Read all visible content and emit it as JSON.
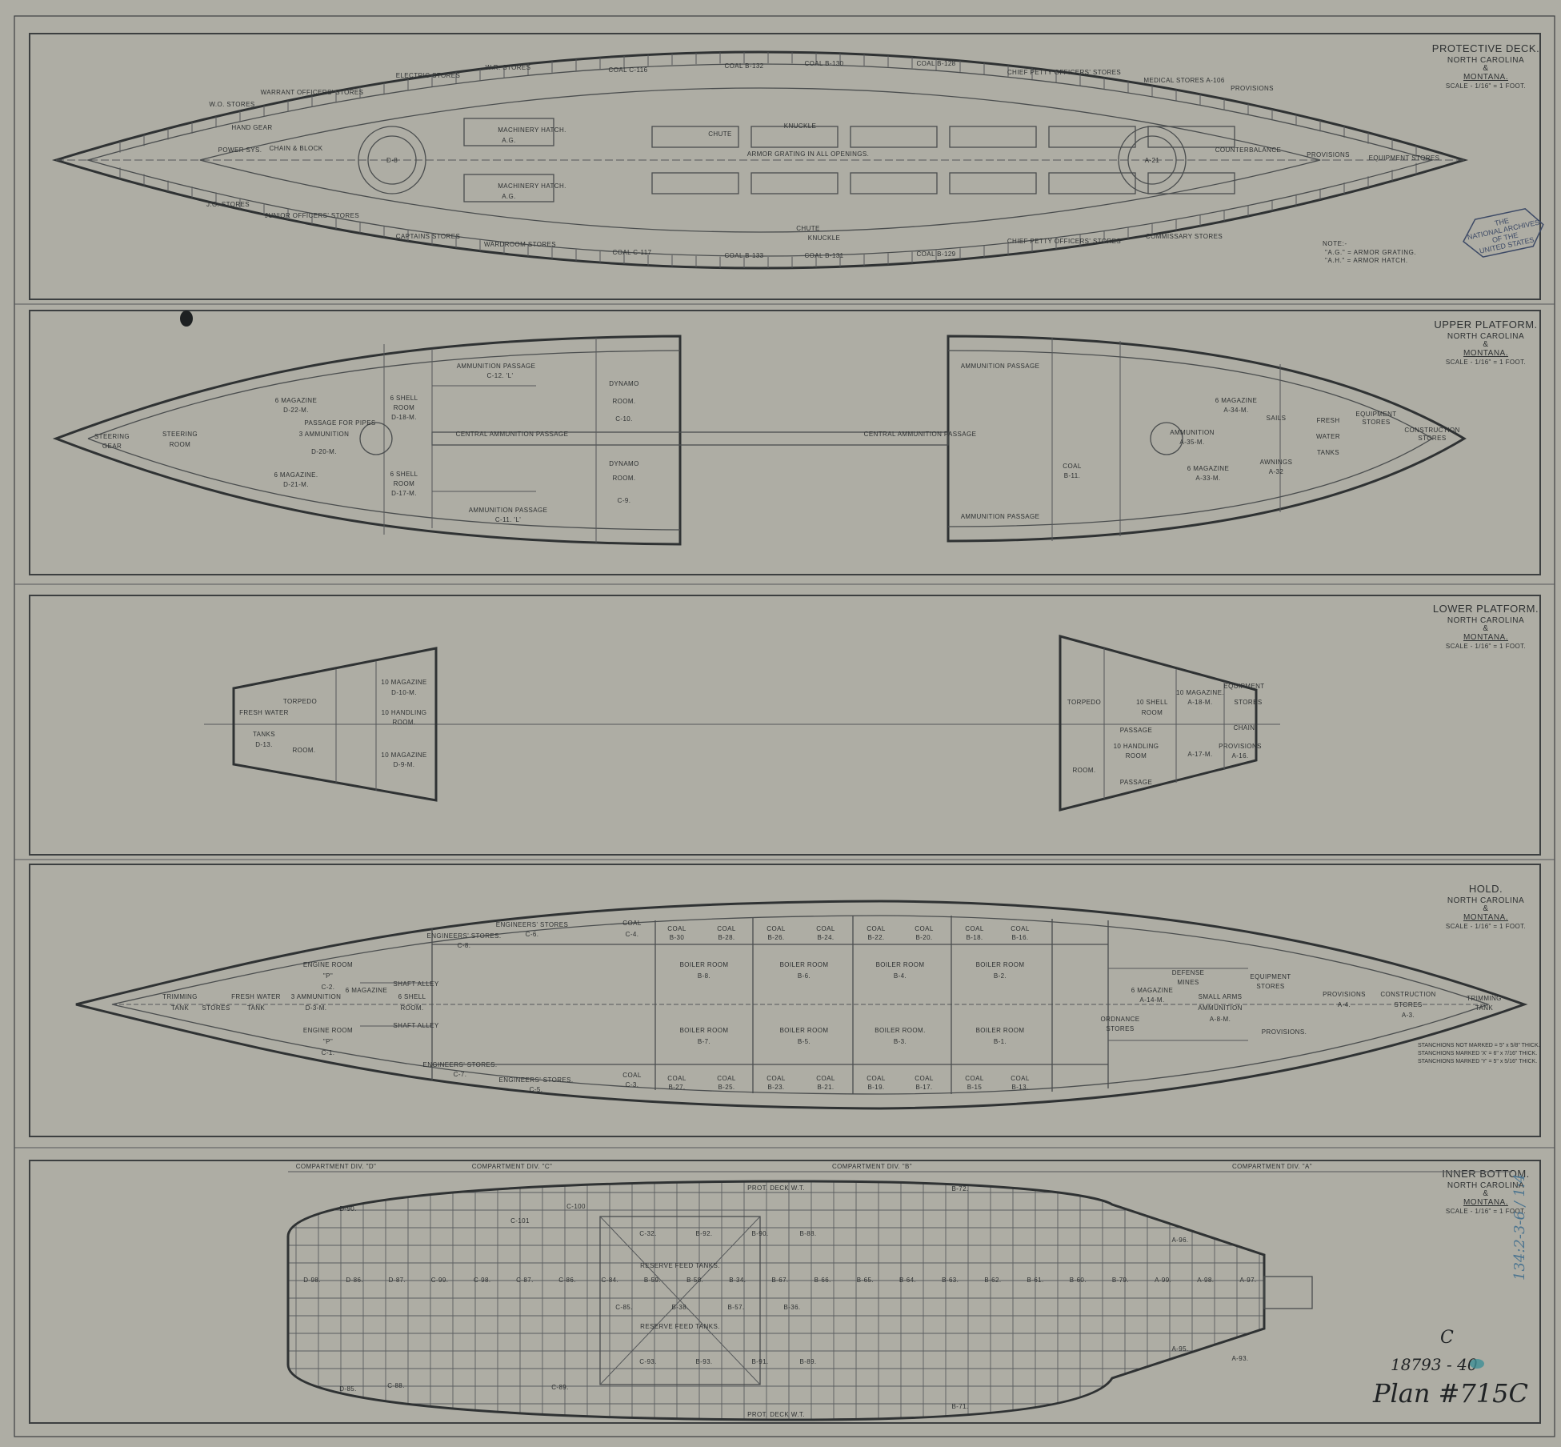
{
  "colors": {
    "paper": "#aeada4",
    "ink": "#2e3132",
    "stamp": "#3d4a66",
    "blue_ink": "#3f8f96"
  },
  "panels": [
    {
      "title": "PROTECTIVE DECK.",
      "ship1": "NORTH CAROLINA",
      "and": "&",
      "ship2": "MONTANA.",
      "scale": "SCALE - 1/16\" = 1 FOOT.",
      "labels": [
        "W.O. STORES",
        "WARRANT OFFICERS' STORES",
        "ELECTRIC STORES",
        "W.R. STORES",
        "COAL C-116",
        "COAL B-132",
        "COAL B-130",
        "COAL B-128",
        "CHIEF PETTY OFFICERS' STORES",
        "MEDICAL STORES A-106",
        "PROVISIONS",
        "MACHINERY HATCH.",
        "A.G.",
        "MACHINERY HATCH.",
        "A.G.",
        "ARMOR GRATING IN ALL OPENINGS.",
        "D-8",
        "A-21",
        "POWER SYS.",
        "CHAIN & BLOCK",
        "HAND GEAR",
        "J.O. STORES",
        "JUNIOR OFFICERS' STORES",
        "CAPTAINS STORES",
        "WARDROOM STORES",
        "COAL C-117",
        "COAL B-133",
        "COAL B-131",
        "COAL B-129",
        "CHIEF PETTY OFFICERS' STORES",
        "COMMISSARY STORES",
        "CHUTE",
        "KNUCKLE",
        "CHUTE",
        "KNUCKLE",
        "COUNTERBALANCE",
        "PROVISIONS",
        "EQUIPMENT STORES"
      ]
    },
    {
      "title": "UPPER PLATFORM.",
      "ship1": "NORTH CAROLINA",
      "and": "&",
      "ship2": "MONTANA.",
      "scale": "SCALE - 1/16\" = 1 FOOT.",
      "labels": [
        "STEERING",
        "GEAR",
        "STEERING",
        "ROOM",
        "6 MAGAZINE",
        "D-22-M.",
        "6 MAGAZINE.",
        "D-21-M.",
        "6 SHELL",
        "ROOM",
        "D-18-M.",
        "6 SHELL",
        "ROOM",
        "D-17-M.",
        "AMMUNITION PASSAGE",
        "C-12. 'L'",
        "AMMUNITION PASSAGE",
        "C-11. 'L'",
        "DYNAMO",
        "ROOM.",
        "C-10.",
        "DYNAMO",
        "ROOM.",
        "C-9.",
        "CENTRAL AMMUNITION PASSAGE",
        "CENTRAL AMMUNITION PASSAGE",
        "AMMUNITION PASSAGE",
        "AMMUNITION PASSAGE",
        "COAL",
        "B-11.",
        "6 MAGAZINE",
        "A-34-M.",
        "6 MAGAZINE",
        "A-33-M.",
        "SAILS",
        "AWNINGS",
        "A-32",
        "FRESH",
        "WATER",
        "TANKS",
        "EQUIPMENT",
        "STORES",
        "CONSTRUCTION",
        "STORES",
        "PASSAGE FOR PIPES",
        "3 AMMUNITION",
        "D-20-M.",
        "AMMUNITION",
        "A-35-M."
      ]
    },
    {
      "title": "LOWER PLATFORM.",
      "ship1": "NORTH CAROLINA",
      "and": "&",
      "ship2": "MONTANA.",
      "scale": "SCALE - 1/16\" = 1 FOOT.",
      "labels": [
        "FRESH WATER",
        "TANKS",
        "D-13.",
        "TORPEDO",
        "ROOM.",
        "10 MAGAZINE",
        "D-10-M.",
        "10 HANDLING",
        "ROOM.",
        "10 MAGAZINE",
        "D-9-M.",
        "TORPEDO",
        "ROOM.",
        "10 SHELL",
        "ROOM",
        "10 MAGAZINE.",
        "A-18-M.",
        "A-17-M.",
        "EQUIPMENT",
        "STORES",
        "CHAIN",
        "PROVISIONS",
        "A-16.",
        "PASSAGE",
        "PASSAGE",
        "10 HANDLING",
        "ROOM"
      ]
    },
    {
      "title": "HOLD.",
      "ship1": "NORTH CAROLINA",
      "and": "&",
      "ship2": "MONTANA.",
      "scale": "SCALE - 1/16\" = 1 FOOT.",
      "labels": [
        "ENGINE ROOM",
        "\"P\"",
        "C-2.",
        "ENGINE ROOM",
        "\"P\"",
        "C-1.",
        "BOILER ROOM",
        "B-8.",
        "BOILER ROOM",
        "B-6.",
        "BOILER ROOM",
        "B-4.",
        "BOILER ROOM",
        "B-2.",
        "BOILER ROOM",
        "B-7.",
        "BOILER ROOM",
        "B-5.",
        "BOILER ROOM.",
        "B-3.",
        "BOILER ROOM",
        "B-1.",
        "COAL",
        "B-30",
        "COAL",
        "B-28.",
        "COAL",
        "B-26.",
        "COAL",
        "B-24.",
        "COAL",
        "B-22.",
        "COAL",
        "B-20.",
        "COAL",
        "B-18.",
        "COAL",
        "B-16.",
        "COAL",
        "B-27.",
        "COAL",
        "B-25.",
        "COAL",
        "B-23.",
        "COAL",
        "B-21.",
        "COAL",
        "B-19.",
        "COAL",
        "B-17.",
        "COAL",
        "B-15",
        "COAL",
        "B-13.",
        "COAL",
        "C-4.",
        "COAL",
        "C-3.",
        "ENGINEERS' STORES.",
        "C-8.",
        "ENGINEERS' STORES",
        "C-6.",
        "ENGINEERS' STORES.",
        "C-7.",
        "ENGINEERS' STORES.",
        "C-5.",
        "SHAFT ALLEY",
        "SHAFT ALLEY",
        "FRESH WATER",
        "TANK",
        "3 AMMUNITION",
        "D-3-M.",
        "6 MAGAZINE",
        "6 SHELL",
        "ROOM.",
        "TRIMMING",
        "TANK",
        "STORES",
        "SMALL ARMS",
        "AMMUNITION",
        "A-8-M.",
        "PROVISIONS",
        "A-4.",
        "CONSTRUCTION",
        "STORES",
        "A-3.",
        "TRIMMING",
        "TANK",
        "6 MAGAZINE",
        "A-14-M.",
        "DEFENSE",
        "MINES",
        "ORDNANCE",
        "STORES",
        "EQUIPMENT",
        "STORES",
        "PROVISIONS."
      ]
    },
    {
      "title": "INNER BOTTOM.",
      "ship1": "NORTH CAROLINA",
      "and": "&",
      "ship2": "MONTANA.",
      "scale": "SCALE - 1/16\" = 1 FOOT.",
      "compartments": [
        "COMPARTMENT DIV. \"D\"",
        "COMPARTMENT DIV. \"C\"",
        "COMPARTMENT DIV. \"B\"",
        "COMPARTMENT DIV. \"A\""
      ],
      "center_row": [
        "D-98.",
        "D-86.",
        "D-87.",
        "C-99.",
        "C-98.",
        "C-87.",
        "C-86.",
        "C-84.",
        "B-59.",
        "B-58.",
        "B-34.",
        "B-67.",
        "B-66.",
        "B-65.",
        "B-64.",
        "B-63.",
        "B-62.",
        "B-61.",
        "B-60.",
        "B-79.",
        "A-99.",
        "A-98.",
        "A-97."
      ],
      "labels": [
        "RESERVE FEED TANKS.",
        "RESERVE FEED TANKS.",
        "C-32.",
        "B-92.",
        "B-90.",
        "B-88.",
        "C-93.",
        "B-93.",
        "B-91.",
        "B-89.",
        "C-85.",
        "B-38.",
        "B-57.",
        "B-36.",
        "PROT. DECK W.T.",
        "PROT. DECK W.T.",
        "C-100",
        "C-101",
        "A-96.",
        "A-95.",
        "A-93.",
        "D-90.",
        "D-85.",
        "C-88.",
        "C-89.",
        "B-72.",
        "B-71."
      ]
    }
  ],
  "notes": {
    "heading": "NOTE:-",
    "line1": "\"A.G.\" = ARMOR GRATING.",
    "line2": "\"A.H.\" = ARMOR HATCH.",
    "stanchions": [
      "STANCHIONS NOT MARKED = 5\" x 5/8\" THICK.",
      "STANCHIONS MARKED 'X' = 6\" x 7/16\" THICK.",
      "STANCHIONS MARKED 'Y' = 5\" x 5/16\" THICK."
    ]
  },
  "stamp": [
    "THE",
    "NATIONAL ARCHIVES",
    "OF THE",
    "UNITED STATES"
  ],
  "handwritten": {
    "letter": "C",
    "number": "18793 - 40",
    "plan": "Plan #715C",
    "side": "134:2-3-6 / 1:4"
  }
}
